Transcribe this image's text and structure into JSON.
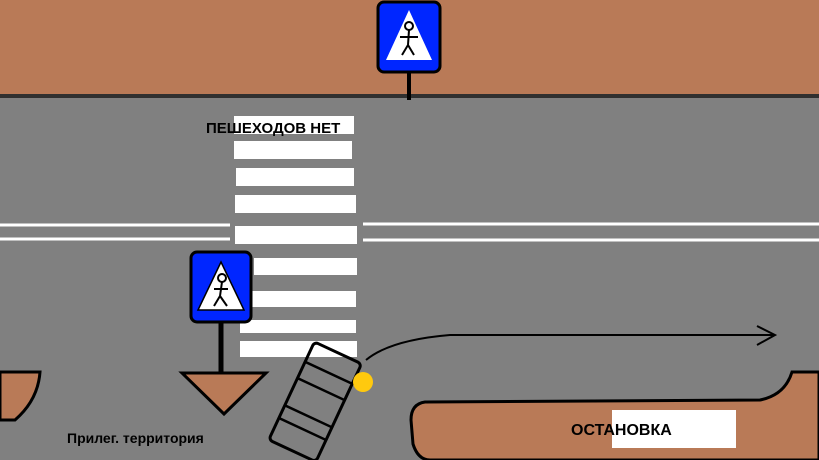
{
  "labels": {
    "no_pedestrians": "ПЕШЕХОДОВ НЕТ",
    "adjacent_territory": "Прилег. территория",
    "bus_stop": "ОСТАНОВКА"
  },
  "colors": {
    "road": "#808080",
    "sidewalk": "#B97A57",
    "sign_blue": "#0026FF",
    "headlight": "#FFC90E"
  },
  "icons": {
    "crosswalk_sign": "pedestrian-crossing-sign-icon"
  }
}
